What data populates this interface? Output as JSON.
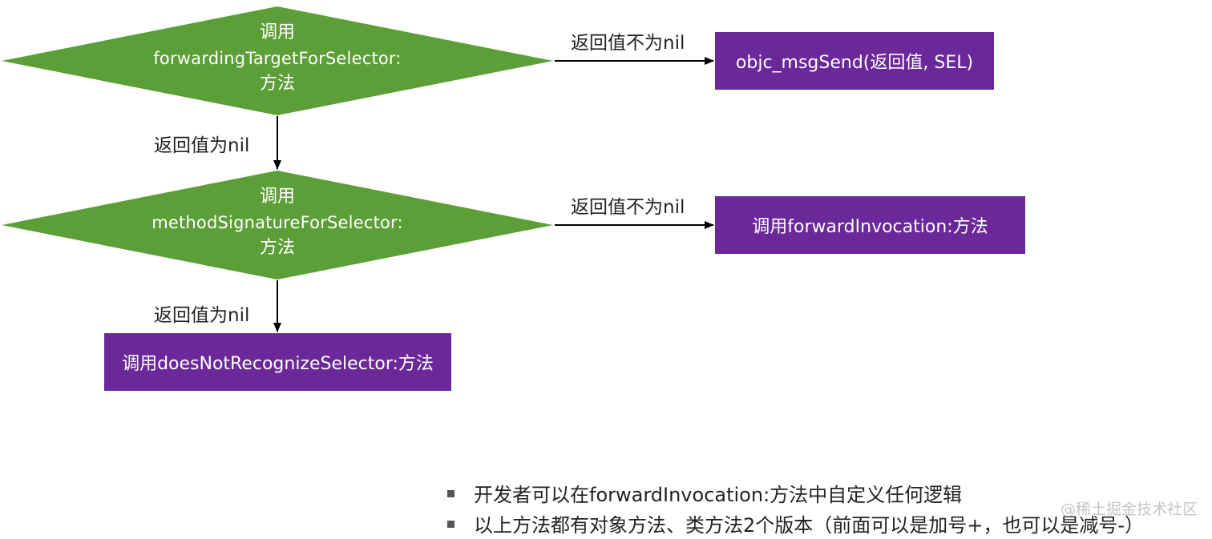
{
  "colors": {
    "diamond": "#5c9f38",
    "box": "#6a2898",
    "arrow": "#000000"
  },
  "diamond1": {
    "line1": "调用",
    "line2": "forwardingTargetForSelector:",
    "line3": "方法"
  },
  "diamond2": {
    "line1": "调用",
    "line2": "methodSignatureForSelector:",
    "line3": "方法"
  },
  "box1": {
    "label": "objc_msgSend(返回值, SEL)"
  },
  "box2": {
    "label": "调用forwardInvocation:方法"
  },
  "box3": {
    "label": "调用doesNotRecognizeSelector:方法"
  },
  "edges": {
    "d1_right": "返回值不为nil",
    "d1_down": "返回值为nil",
    "d2_right": "返回值不为nil",
    "d2_down": "返回值为nil"
  },
  "notes": [
    "开发者可以在forwardInvocation:方法中自定义任何逻辑",
    "以上方法都有对象方法、类方法2个版本（前面可以是加号+，也可以是减号-）"
  ],
  "watermark": "@稀土掘金技术社区"
}
